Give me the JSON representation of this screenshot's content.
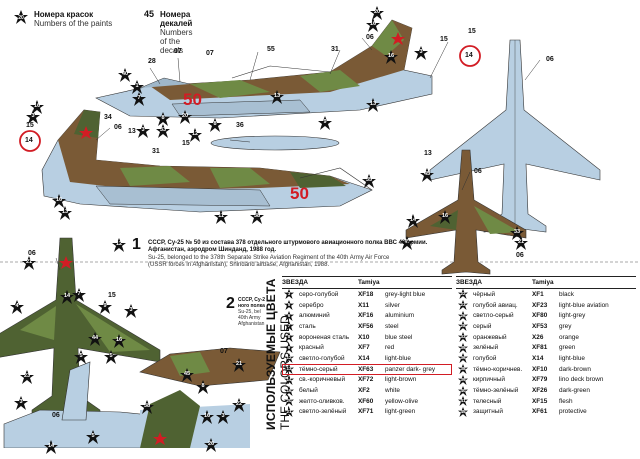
{
  "legend": {
    "paint_badge": "20",
    "paint_ru": "Номера красок",
    "paint_en": "Numbers of the paints",
    "decal_badge": "45",
    "decal_ru": "Номера декалей",
    "decal_en": "Numbers of the decals"
  },
  "callouts": {
    "c07a": "07",
    "c28": "28",
    "c55a": "55",
    "c31a": "31",
    "c06a": "06",
    "c15a": "15",
    "c14a": "14",
    "c15b": "15",
    "c34": "34",
    "c13a": "13",
    "c15c": "15",
    "c06b": "06",
    "c14b": "14",
    "c06c": "06",
    "c31b": "31",
    "c15d": "15",
    "c36": "36",
    "c13b": "13",
    "c06d": "06",
    "c07b": "07",
    "c06e": "06",
    "c15e": "15",
    "c07c": "07",
    "c06f": "06",
    "c06g": "06"
  },
  "stars": {
    "s1": "20",
    "s2": "16",
    "s3": "40",
    "s4": "1",
    "s5": "16",
    "s6": "3",
    "s7": "7",
    "s8": "8",
    "s9": "16",
    "s10": "3",
    "s11": "20",
    "s12": "13",
    "s13": "33",
    "s14": "35",
    "s15": "12",
    "s16": "3",
    "s17": "8",
    "s18": "9",
    "s19": "16",
    "s20": "45",
    "s21": "11",
    "s22": "14",
    "s23": "16",
    "s24": "38",
    "s25": "13",
    "s26": "13",
    "s27": "4",
    "s28": "45",
    "s29": "21",
    "s30": "33",
    "s31": "14",
    "s32": "7",
    "s33": "3",
    "s34": "5",
    "s35": "16",
    "s36": "21",
    "s37": "23",
    "s38": "3",
    "s39": "14",
    "s40": "38",
    "s41": "16",
    "s42": "45",
    "s43": "5",
    "s44": "12",
    "s45": "22",
    "s46": "44",
    "s47": "9",
    "s48": "21",
    "s49": "26",
    "s50": "5",
    "s51": "3",
    "s52": "8"
  },
  "fuselage_number": "50",
  "variant1": {
    "number": "1",
    "line1": "СССР, Су-25 № 50 из состава 378 отдельного штурмового авиационного полка ВВС 40 армии.",
    "line2": "Афганистан, аэродром Шинданд, 1988 год.",
    "line3": "Su-25, belonged to the 378th Separate Strike Aviation Regiment of the 40th Army Air Force",
    "line4": "(USSR forces in Afghanistan), Shindand airbase, Afghanistan, 1988."
  },
  "variant2": {
    "number": "2",
    "l1": "СССР, Су-2",
    "l2": "ного полка",
    "l3": "Su-25, bel",
    "l4": "40th Army",
    "l5": "Afghanistan"
  },
  "vertical_ru": "ИСПОЛЬЗУЕМЫЕ ЦВЕТА",
  "vertical_en": "THE COLORS USED",
  "table_left": {
    "h1": "ЗВЕЗДА",
    "h2": "Tamiya",
    "rows": [
      {
        "n": "3",
        "ru": "серо-голубой",
        "code": "XF18",
        "en": "grey-light blue"
      },
      {
        "n": "5",
        "ru": "серебро",
        "code": "X11",
        "en": "silver"
      },
      {
        "n": "6",
        "ru": "алюминий",
        "code": "XF16",
        "en": "aluminium"
      },
      {
        "n": "7",
        "ru": "сталь",
        "code": "XF56",
        "en": "steel"
      },
      {
        "n": "8",
        "ru": "вороненая сталь",
        "code": "X10",
        "en": "blue steel"
      },
      {
        "n": "9",
        "ru": "красный",
        "code": "XF7",
        "en": "red"
      },
      {
        "n": "12",
        "ru": "светло-голубой",
        "code": "X14",
        "en": "light-blue"
      },
      {
        "n": "13",
        "ru": "тёмно-серый",
        "code": "XF63",
        "en": "panzer dark- grey"
      },
      {
        "n": "14",
        "ru": "св.-коричневый",
        "code": "XF72",
        "en": "light-brown"
      },
      {
        "n": "16",
        "ru": "белый",
        "code": "XF2",
        "en": "white"
      },
      {
        "n": "20",
        "ru": "желто-оливков.",
        "code": "XF60",
        "en": "yellow-olive"
      },
      {
        "n": "21",
        "ru": "светло-зелёный",
        "code": "XF71",
        "en": "light-green"
      }
    ]
  },
  "table_right": {
    "h1": "ЗВЕЗДА",
    "h2": "Tamiya",
    "rows": [
      {
        "n": "22",
        "ru": "чёрный",
        "code": "XF1",
        "en": "black"
      },
      {
        "n": "23",
        "ru": "голубой авиац.",
        "code": "XF23",
        "en": "light-blue aviation"
      },
      {
        "n": "26",
        "ru": "светло-серый",
        "code": "XF80",
        "en": "light-grey"
      },
      {
        "n": "28",
        "ru": "серый",
        "code": "XF53",
        "en": "grey"
      },
      {
        "n": "33",
        "ru": "оранжевый",
        "code": "X26",
        "en": "orange"
      },
      {
        "n": "35",
        "ru": "зелёный",
        "code": "XF81",
        "en": "green"
      },
      {
        "n": "36",
        "ru": "голубой",
        "code": "X14",
        "en": "light-blue"
      },
      {
        "n": "38",
        "ru": "тёмно-коричнев.",
        "code": "XF10",
        "en": "dark-brown"
      },
      {
        "n": "39",
        "ru": "кирпичный",
        "code": "XF79",
        "en": "lino deck brown"
      },
      {
        "n": "40",
        "ru": "тёмно-зелёный",
        "code": "XF26",
        "en": "dark-green"
      },
      {
        "n": "41",
        "ru": "телесный",
        "code": "XF15",
        "en": "flesh"
      },
      {
        "n": "45",
        "ru": "защитный",
        "code": "XF61",
        "en": "protective"
      }
    ]
  },
  "colors": {
    "camo_brown": "#7a5a36",
    "camo_green": "#6f8a45",
    "camo_dark": "#4f6232",
    "belly_blue": "#b8cfe2",
    "star_red": "#d21c24",
    "highlight": "#d21c24"
  }
}
